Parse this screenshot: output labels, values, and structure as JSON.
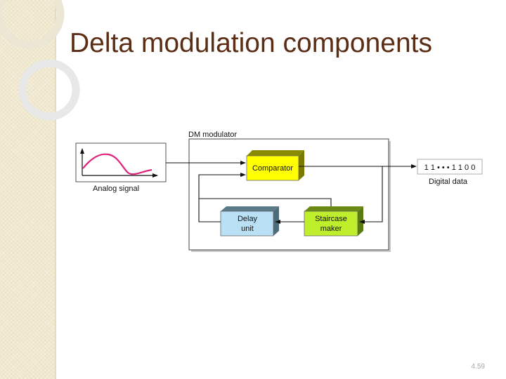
{
  "slide": {
    "title": "Delta modulation components",
    "page_number": "4.59"
  },
  "diagram": {
    "module_label": "DM modulator",
    "input_label": "Analog signal",
    "output_bits": "1 1 • • • 1 1 0 0",
    "output_label": "Digital data",
    "comparator": {
      "label": "Comparator",
      "color": "#ffff00"
    },
    "delay_unit": {
      "line1": "Delay",
      "line2": "unit",
      "color": "#b9e0f4"
    },
    "staircase_maker": {
      "line1": "Staircase",
      "line2": "maker",
      "color": "#bfee2c"
    },
    "signal_curve_color": "#e0237b"
  },
  "colors": {
    "title": "#5a2d14",
    "side_band": "#f4edd7"
  }
}
